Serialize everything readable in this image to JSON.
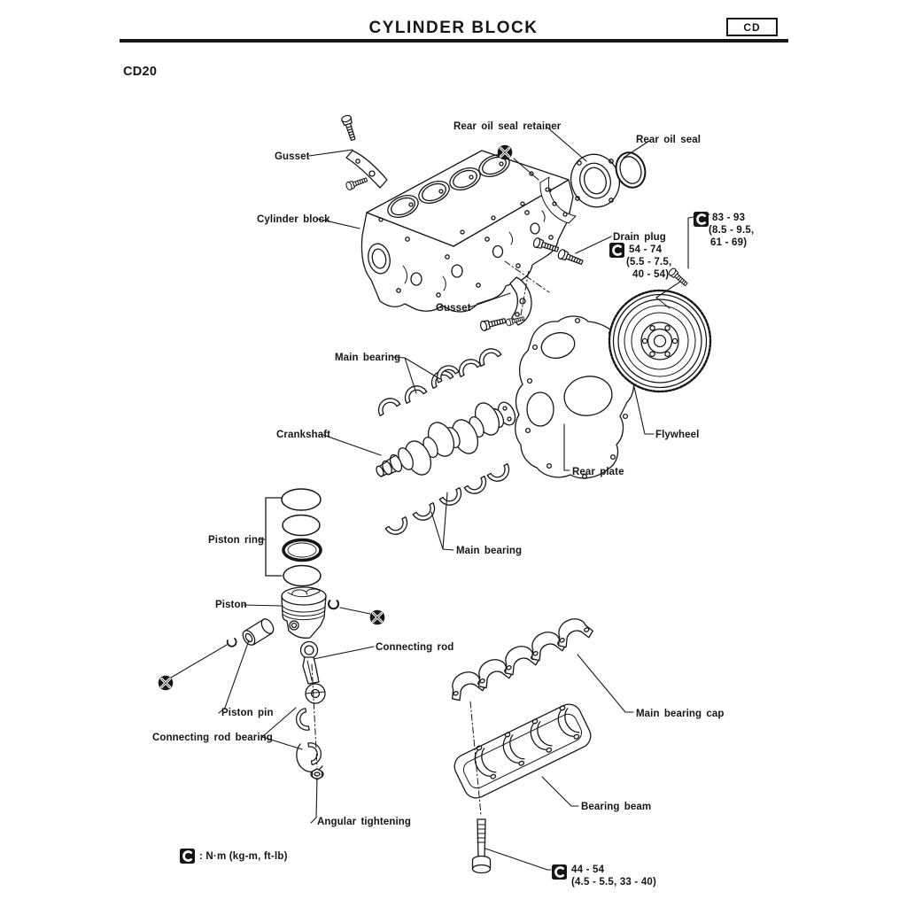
{
  "colors": {
    "ink": "#161616",
    "paper": "#ffffff"
  },
  "header": {
    "title": "CYLINDER BLOCK",
    "section_code": "CD"
  },
  "engine_code": "CD20",
  "labels": {
    "gusset_upper": "Gusset",
    "rear_oil_seal_retainer": "Rear oil seal retainer",
    "rear_oil_seal": "Rear oil seal",
    "cylinder_block": "Cylinder block",
    "drain_plug": "Drain plug",
    "gusset_lower": "Gusset",
    "main_bearing_upper": "Main bearing",
    "crankshaft": "Crankshaft",
    "flywheel": "Flywheel",
    "rear_plate": "Rear plate",
    "main_bearing_lower": "Main bearing",
    "piston_ring": "Piston ring",
    "piston": "Piston",
    "connecting_rod": "Connecting rod",
    "piston_pin": "Piston pin",
    "connecting_rod_bearing": "Connecting rod bearing",
    "angular_tightening": "Angular tightening",
    "main_bearing_cap": "Main bearing cap",
    "bearing_beam": "Bearing beam"
  },
  "torque_specs": {
    "drain_plug": {
      "lines": [
        "54 - 74",
        "(5.5 - 7.5,",
        "40 - 54)"
      ]
    },
    "flywheel_bolts": {
      "lines": [
        "83 - 93",
        "(8.5 - 9.5,",
        "61 - 69)"
      ]
    },
    "bearing_beam_bolts": {
      "lines": [
        "44 - 54",
        "(4.5 - 5.5, 33 - 40)"
      ]
    }
  },
  "legend": {
    "torque_unit_note": ": N·m (kg-m, ft-lb)"
  }
}
